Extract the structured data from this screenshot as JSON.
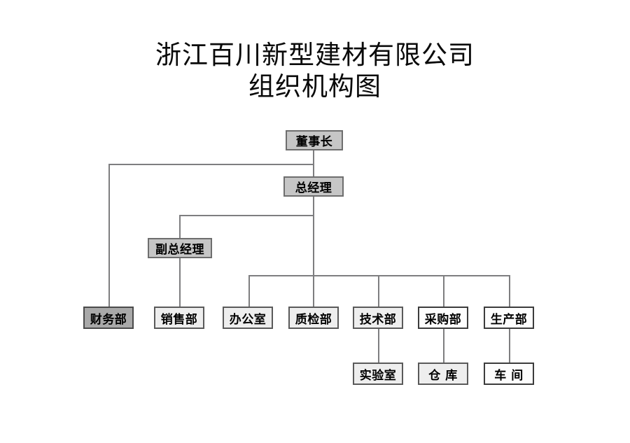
{
  "document": {
    "title_lines": [
      "浙江百川新型建材有限公司",
      "组织机构图"
    ]
  },
  "colors": {
    "background": "#ffffff",
    "line": "#7e7e80",
    "fill_dark": "#a9a9a9",
    "fill_gray": "#c6c6c6",
    "fill_light": "#eeeeee",
    "fill_white": "#fdfdfd",
    "text": "#000000"
  },
  "chart_data": {
    "type": "diagram",
    "diagram_type": "organizational-chart",
    "title": "浙江百川新型建材有限公司 组织机构图",
    "nodes": [
      {
        "id": "chairman",
        "label": "董事长",
        "level": 0,
        "fill": "fill-gray"
      },
      {
        "id": "gm",
        "label": "总经理",
        "level": 1,
        "fill": "fill-gray"
      },
      {
        "id": "deputy_gm",
        "label": "副总经理",
        "level": 2,
        "fill": "fill-gray"
      },
      {
        "id": "finance",
        "label": "财务部",
        "level": 3,
        "fill": "fill-dark"
      },
      {
        "id": "sales",
        "label": "销售部",
        "level": 3,
        "fill": "fill-light"
      },
      {
        "id": "office",
        "label": "办公室",
        "level": 3,
        "fill": "fill-light"
      },
      {
        "id": "quality",
        "label": "质检部",
        "level": 3,
        "fill": "fill-light"
      },
      {
        "id": "technology",
        "label": "技术部",
        "level": 3,
        "fill": "fill-light"
      },
      {
        "id": "purchasing",
        "label": "采购部",
        "level": 3,
        "fill": "fill-white"
      },
      {
        "id": "production",
        "label": "生产部",
        "level": 3,
        "fill": "fill-white"
      },
      {
        "id": "laboratory",
        "label": "实验室",
        "level": 4,
        "fill": "fill-light"
      },
      {
        "id": "warehouse",
        "label": "仓  库",
        "level": 4,
        "fill": "fill-light"
      },
      {
        "id": "workshop",
        "label": "车  间",
        "level": 4,
        "fill": "fill-white"
      }
    ],
    "edges": [
      {
        "from": "chairman",
        "to": "gm"
      },
      {
        "from": "chairman",
        "to": "finance"
      },
      {
        "from": "gm",
        "to": "deputy_gm"
      },
      {
        "from": "gm",
        "to": "quality"
      },
      {
        "from": "deputy_gm",
        "to": "sales"
      },
      {
        "from": "gm",
        "to": "office"
      },
      {
        "from": "gm",
        "to": "technology"
      },
      {
        "from": "gm",
        "to": "purchasing"
      },
      {
        "from": "gm",
        "to": "production"
      },
      {
        "from": "technology",
        "to": "laboratory"
      },
      {
        "from": "purchasing",
        "to": "warehouse"
      },
      {
        "from": "production",
        "to": "workshop"
      }
    ]
  }
}
